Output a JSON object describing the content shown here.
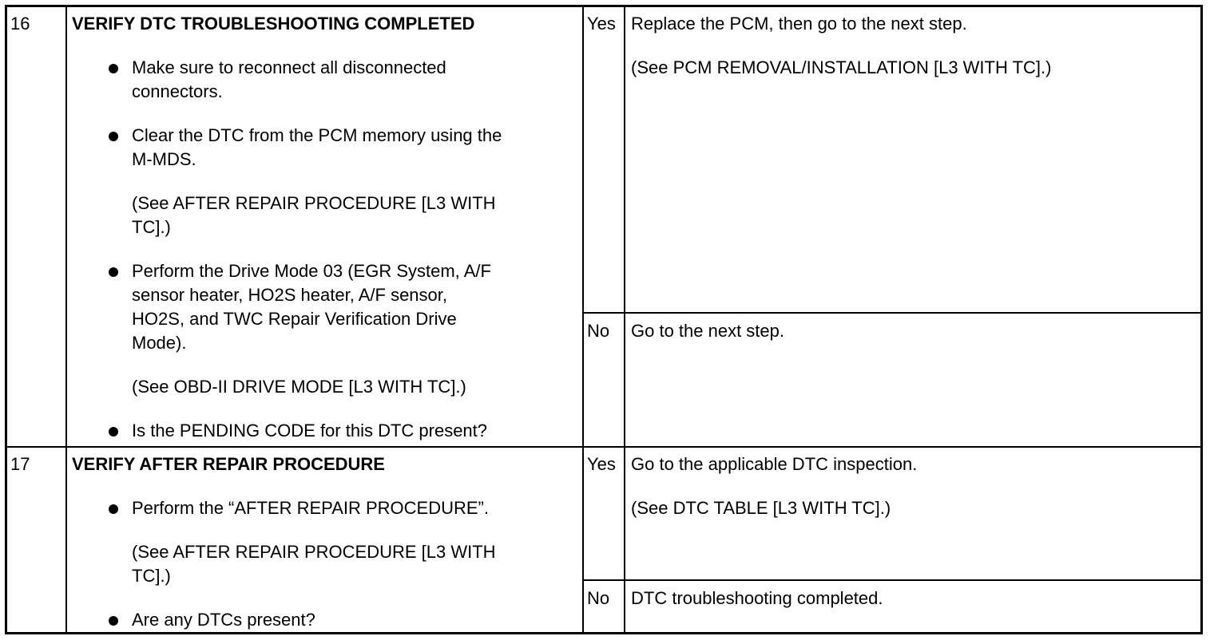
{
  "rows": [
    {
      "step": "16",
      "title": "VERIFY DTC TROUBLESHOOTING COMPLETED",
      "bullets": [
        [
          "Make sure to reconnect all disconnected",
          "connectors."
        ],
        [
          "Clear the DTC from the PCM memory using the",
          "M-MDS."
        ],
        [
          "Perform the Drive Mode 03 (EGR System, A/F",
          "sensor heater, HO2S heater, A/F sensor,",
          "HO2S, and TWC Repair Verification Drive",
          "Mode)."
        ],
        [
          "Is the PENDING CODE for this DTC present?"
        ]
      ],
      "notes": [
        [
          "(See AFTER REPAIR PROCEDURE [L3 WITH",
          "TC].)"
        ],
        [
          "(See OBD-II DRIVE MODE [L3 WITH TC].)"
        ]
      ],
      "yes_label": "Yes",
      "yes_action": "Replace the PCM, then go to the next step.",
      "yes_note": "(See PCM REMOVAL/INSTALLATION [L3 WITH TC].)",
      "no_label": "No",
      "no_action": "Go to the next step."
    },
    {
      "step": "17",
      "title": "VERIFY AFTER REPAIR PROCEDURE",
      "bullets": [
        [
          "Perform the “AFTER REPAIR PROCEDURE”."
        ],
        [
          "Are any DTCs present?"
        ]
      ],
      "notes": [
        [
          "(See AFTER REPAIR PROCEDURE [L3 WITH",
          "TC].)"
        ]
      ],
      "yes_label": "Yes",
      "yes_action": "Go to the applicable DTC inspection.",
      "yes_note": "(See DTC TABLE [L3 WITH TC].)",
      "no_label": "No",
      "no_action": "DTC troubleshooting completed."
    }
  ]
}
